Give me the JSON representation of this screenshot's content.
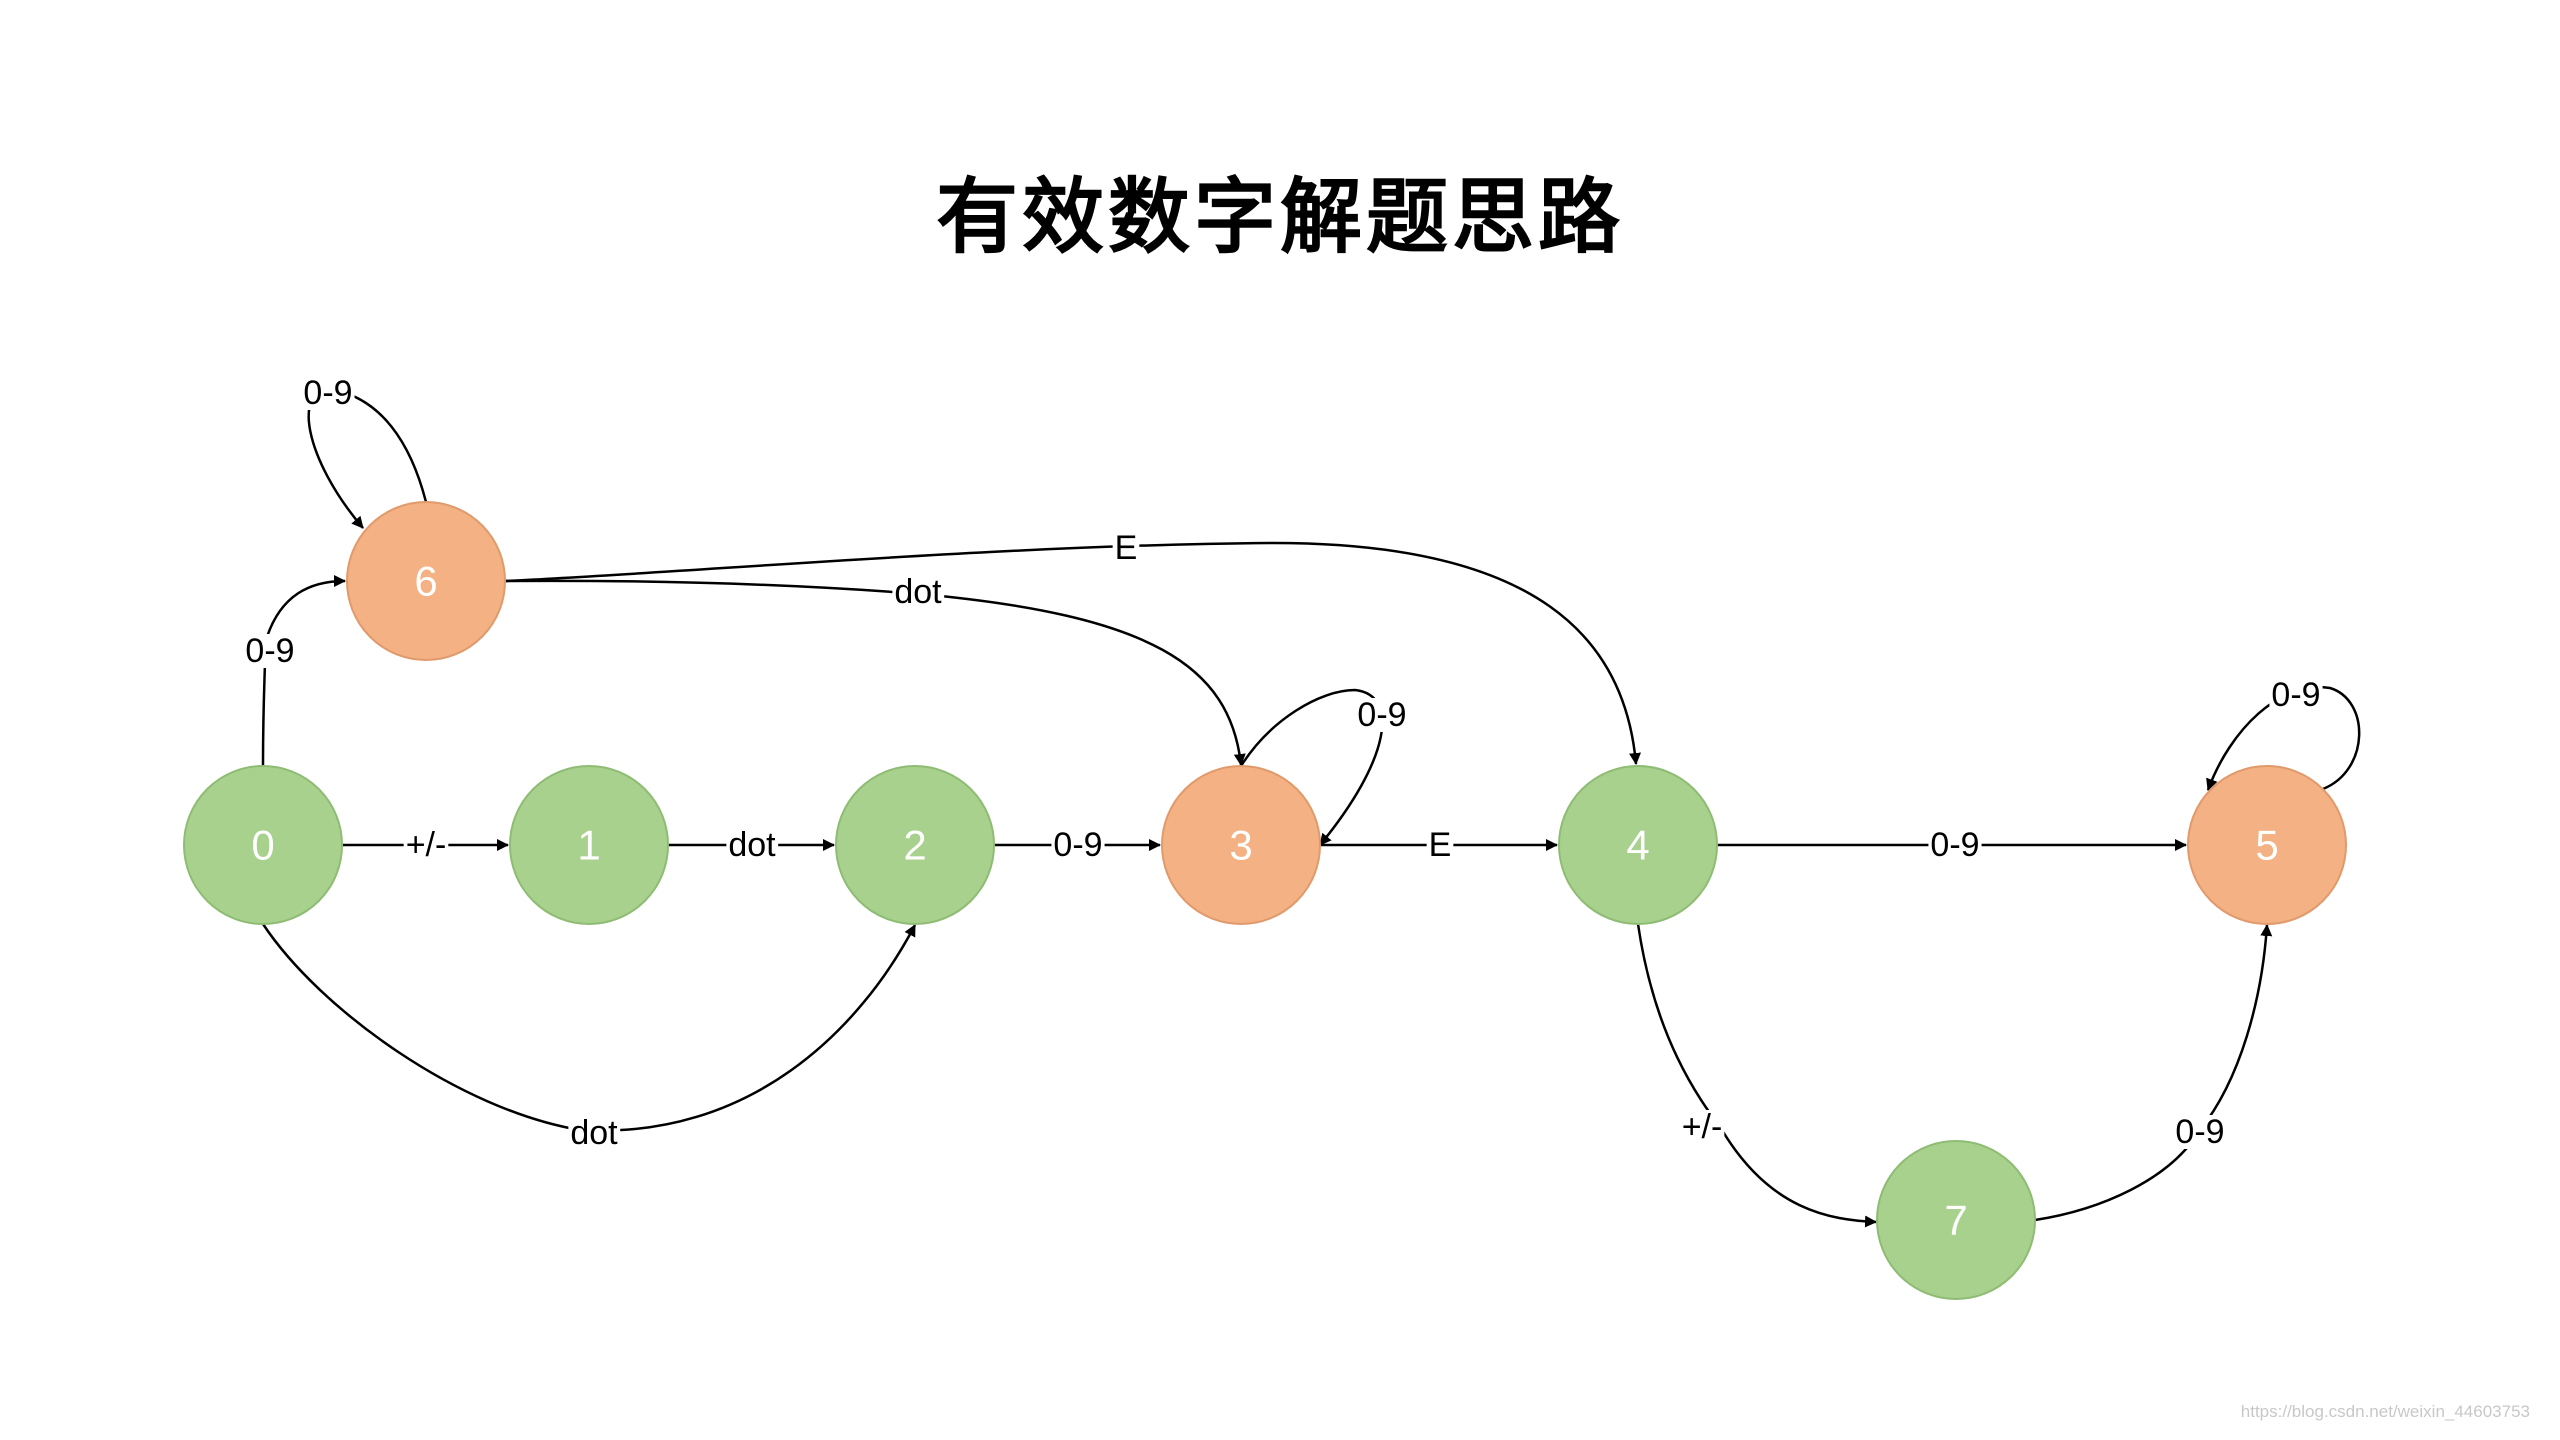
{
  "title": "有效数字解题思路",
  "watermark": "https://blog.csdn.net/weixin_44603753",
  "colors": {
    "green_fill": "#a9d18e",
    "green_stroke": "#8fbc74",
    "orange_fill": "#f4b183",
    "orange_stroke": "#e09a6b",
    "edge": "#000000",
    "label_bg": "#ffffff"
  },
  "nodes": [
    {
      "id": "0",
      "label": "0",
      "color": "green"
    },
    {
      "id": "1",
      "label": "1",
      "color": "green"
    },
    {
      "id": "2",
      "label": "2",
      "color": "green"
    },
    {
      "id": "3",
      "label": "3",
      "color": "orange"
    },
    {
      "id": "4",
      "label": "4",
      "color": "green"
    },
    {
      "id": "5",
      "label": "5",
      "color": "orange"
    },
    {
      "id": "6",
      "label": "6",
      "color": "orange"
    },
    {
      "id": "7",
      "label": "7",
      "color": "green"
    }
  ],
  "edges": [
    {
      "from": "0",
      "to": "1",
      "label": "+/-"
    },
    {
      "from": "1",
      "to": "2",
      "label": "dot"
    },
    {
      "from": "2",
      "to": "3",
      "label": "0-9"
    },
    {
      "from": "3",
      "to": "4",
      "label": "E"
    },
    {
      "from": "4",
      "to": "5",
      "label": "0-9"
    },
    {
      "from": "0",
      "to": "6",
      "label": "0-9"
    },
    {
      "from": "6",
      "to": "6",
      "label": "0-9"
    },
    {
      "from": "6",
      "to": "3",
      "label": "dot"
    },
    {
      "from": "6",
      "to": "4",
      "label": "E"
    },
    {
      "from": "3",
      "to": "3",
      "label": "0-9"
    },
    {
      "from": "5",
      "to": "5",
      "label": "0-9"
    },
    {
      "from": "0",
      "to": "2",
      "label": "dot"
    },
    {
      "from": "4",
      "to": "7",
      "label": "+/-"
    },
    {
      "from": "7",
      "to": "5",
      "label": "0-9"
    }
  ]
}
